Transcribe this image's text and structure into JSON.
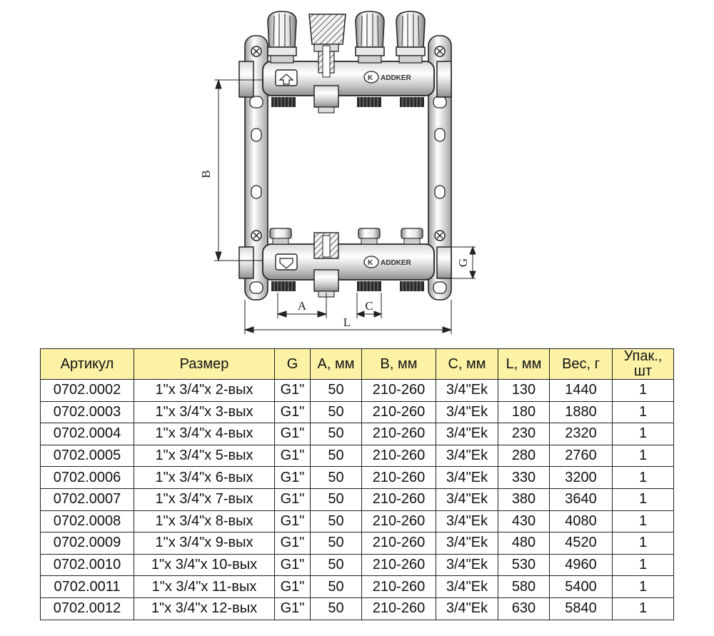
{
  "drawing": {
    "dim_labels": {
      "a": "A",
      "b": "B",
      "c": "C",
      "g": "G",
      "l": "L"
    },
    "logo_text": "ADDKER",
    "logo_mark": "K"
  },
  "table": {
    "header_bg": "#fbf2a6",
    "headers": [
      "Артикул",
      "Размер",
      "G",
      "A, мм",
      "B, мм",
      "C, мм",
      "L, мм",
      "Вес, г",
      "Упак., шт"
    ],
    "rows": [
      [
        "0702.0002",
        "1\"х 3/4\"х 2-вых",
        "G1\"",
        "50",
        "210-260",
        "3/4\"Ek",
        "130",
        "1440",
        "1"
      ],
      [
        "0702.0003",
        "1\"х 3/4\"х 3-вых",
        "G1\"",
        "50",
        "210-260",
        "3/4\"Ek",
        "180",
        "1880",
        "1"
      ],
      [
        "0702.0004",
        "1\"х 3/4\"х 4-вых",
        "G1\"",
        "50",
        "210-260",
        "3/4\"Ek",
        "230",
        "2320",
        "1"
      ],
      [
        "0702.0005",
        "1\"х 3/4\"х 5-вых",
        "G1\"",
        "50",
        "210-260",
        "3/4\"Ek",
        "280",
        "2760",
        "1"
      ],
      [
        "0702.0006",
        "1\"х 3/4\"х 6-вых",
        "G1\"",
        "50",
        "210-260",
        "3/4\"Ek",
        "330",
        "3200",
        "1"
      ],
      [
        "0702.0007",
        "1\"х 3/4\"х 7-вых",
        "G1\"",
        "50",
        "210-260",
        "3/4\"Ek",
        "380",
        "3640",
        "1"
      ],
      [
        "0702.0008",
        "1\"х 3/4\"х 8-вых",
        "G1\"",
        "50",
        "210-260",
        "3/4\"Ek",
        "430",
        "4080",
        "1"
      ],
      [
        "0702.0009",
        "1\"х 3/4\"х 9-вых",
        "G1\"",
        "50",
        "210-260",
        "3/4\"Ek",
        "480",
        "4520",
        "1"
      ],
      [
        "0702.0010",
        "1\"х 3/4\"х 10-вых",
        "G1\"",
        "50",
        "210-260",
        "3/4\"Ek",
        "530",
        "4960",
        "1"
      ],
      [
        "0702.0011",
        "1\"х 3/4\"х 11-вых",
        "G1\"",
        "50",
        "210-260",
        "3/4\"Ek",
        "580",
        "5400",
        "1"
      ],
      [
        "0702.0012",
        "1\"х 3/4\"х 12-вых",
        "G1\"",
        "50",
        "210-260",
        "3/4\"Ek",
        "630",
        "5840",
        "1"
      ]
    ]
  }
}
